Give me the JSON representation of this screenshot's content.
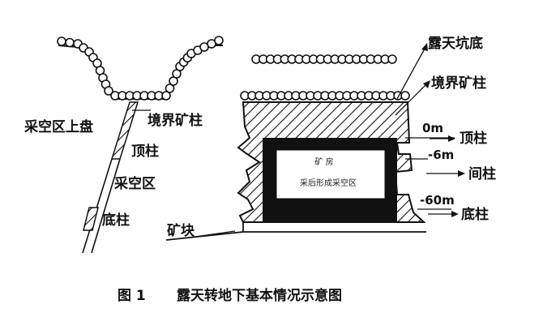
{
  "figure": {
    "caption_number": "图 1",
    "caption_title": "露天转地下基本情况示意图"
  },
  "left_diagram": {
    "upper_wall_label": "采空区上盘",
    "boundary_pillar_label": "境界矿柱",
    "top_pillar_label": "顶柱",
    "goaf_label": "采空区",
    "bottom_pillar_label": "底柱"
  },
  "right_diagram": {
    "pit_bottom_label": "露天坑底",
    "boundary_pillar_label": "境界矿柱",
    "top_pillar_label": "顶柱",
    "middle_pillar_label": "间柱",
    "bottom_pillar_label": "底柱",
    "ore_block_label": "矿块",
    "room_title": "矿 房",
    "room_subtitle": "采后形成采空区",
    "elevations": [
      "0m",
      "-6m",
      "-60m"
    ]
  },
  "colors": {
    "ink": "#111111",
    "paper": "#ffffff"
  }
}
